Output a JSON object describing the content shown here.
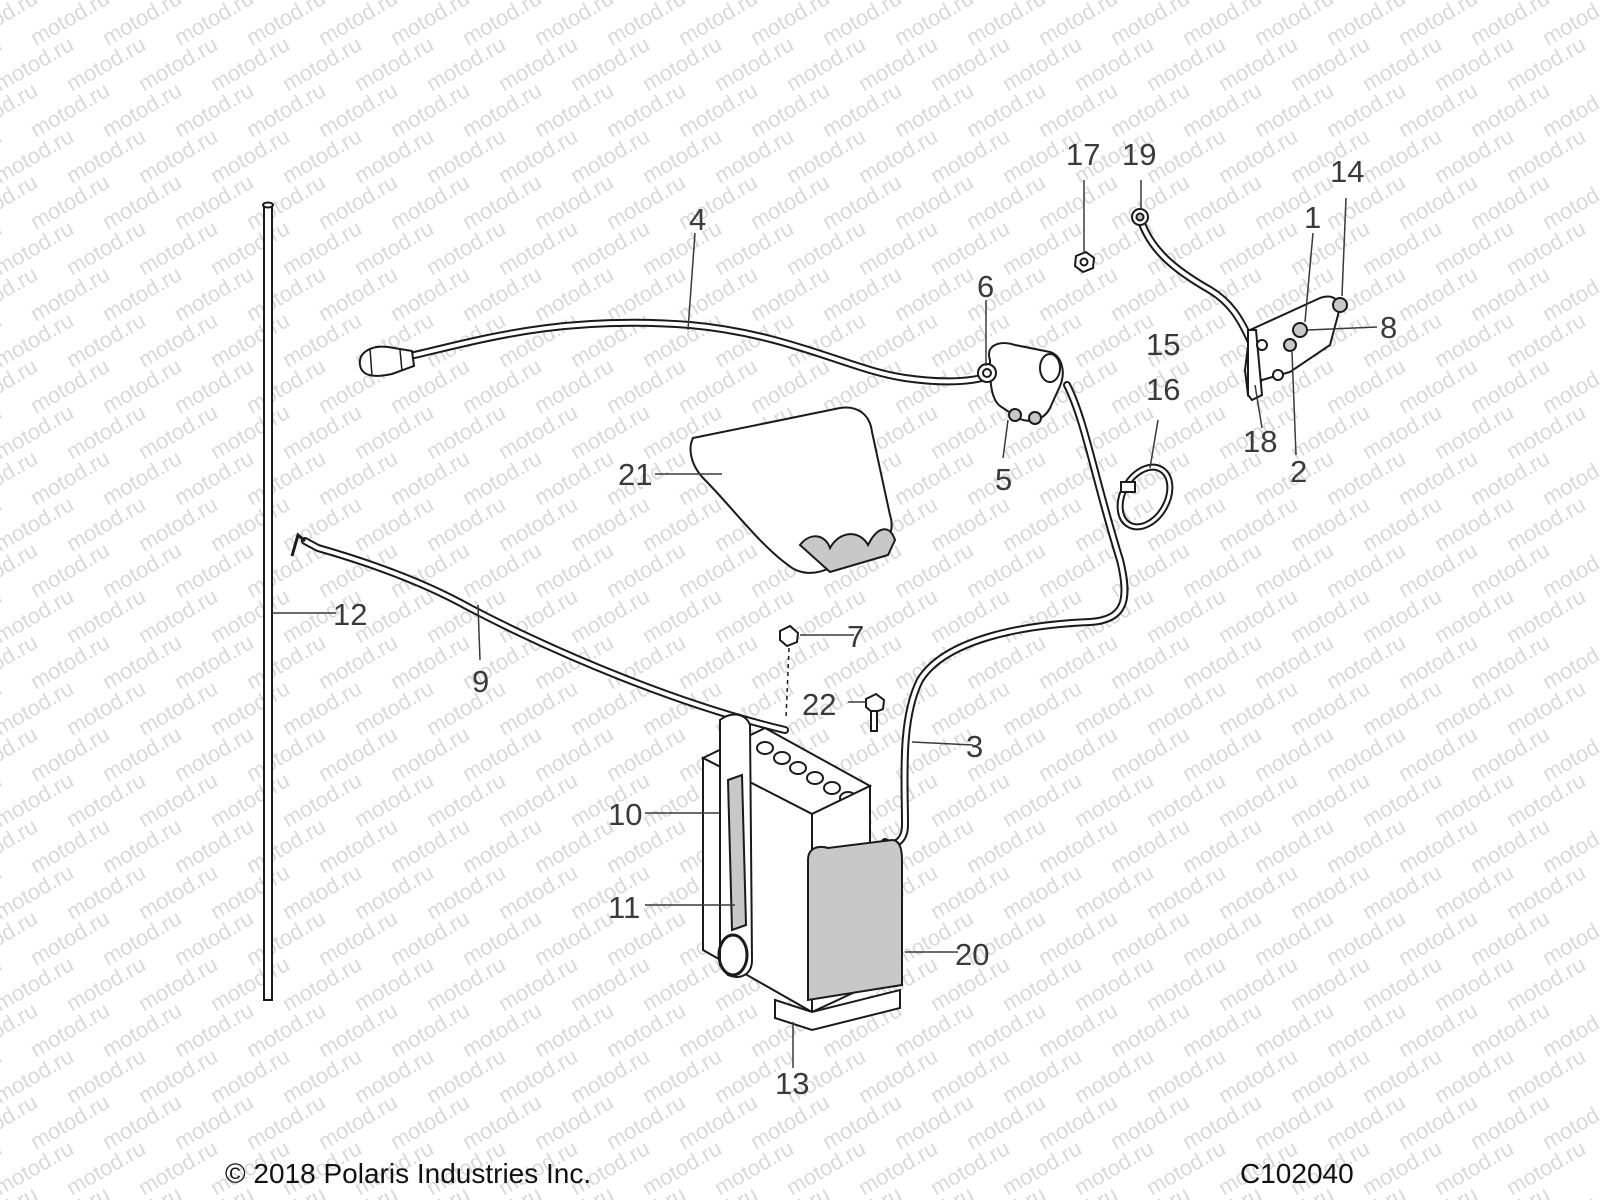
{
  "watermark": "motod.ru",
  "callouts": [
    {
      "id": "c1",
      "label": "1"
    },
    {
      "id": "c2",
      "label": "2"
    },
    {
      "id": "c3",
      "label": "3"
    },
    {
      "id": "c4",
      "label": "4"
    },
    {
      "id": "c5",
      "label": "5"
    },
    {
      "id": "c6",
      "label": "6"
    },
    {
      "id": "c7",
      "label": "7"
    },
    {
      "id": "c8",
      "label": "8"
    },
    {
      "id": "c9",
      "label": "9"
    },
    {
      "id": "c10",
      "label": "10"
    },
    {
      "id": "c11",
      "label": "11"
    },
    {
      "id": "c12",
      "label": "12"
    },
    {
      "id": "c13",
      "label": "13"
    },
    {
      "id": "c14",
      "label": "14"
    },
    {
      "id": "c15",
      "label": "15"
    },
    {
      "id": "c16",
      "label": "16"
    },
    {
      "id": "c17",
      "label": "17"
    },
    {
      "id": "c18",
      "label": "18"
    },
    {
      "id": "c19",
      "label": "19"
    },
    {
      "id": "c20",
      "label": "20"
    },
    {
      "id": "c21",
      "label": "21"
    },
    {
      "id": "c22",
      "label": "22"
    }
  ],
  "footer": {
    "copyright": "© 2018 Polaris Industries Inc.",
    "drawing_id": "C102040"
  }
}
